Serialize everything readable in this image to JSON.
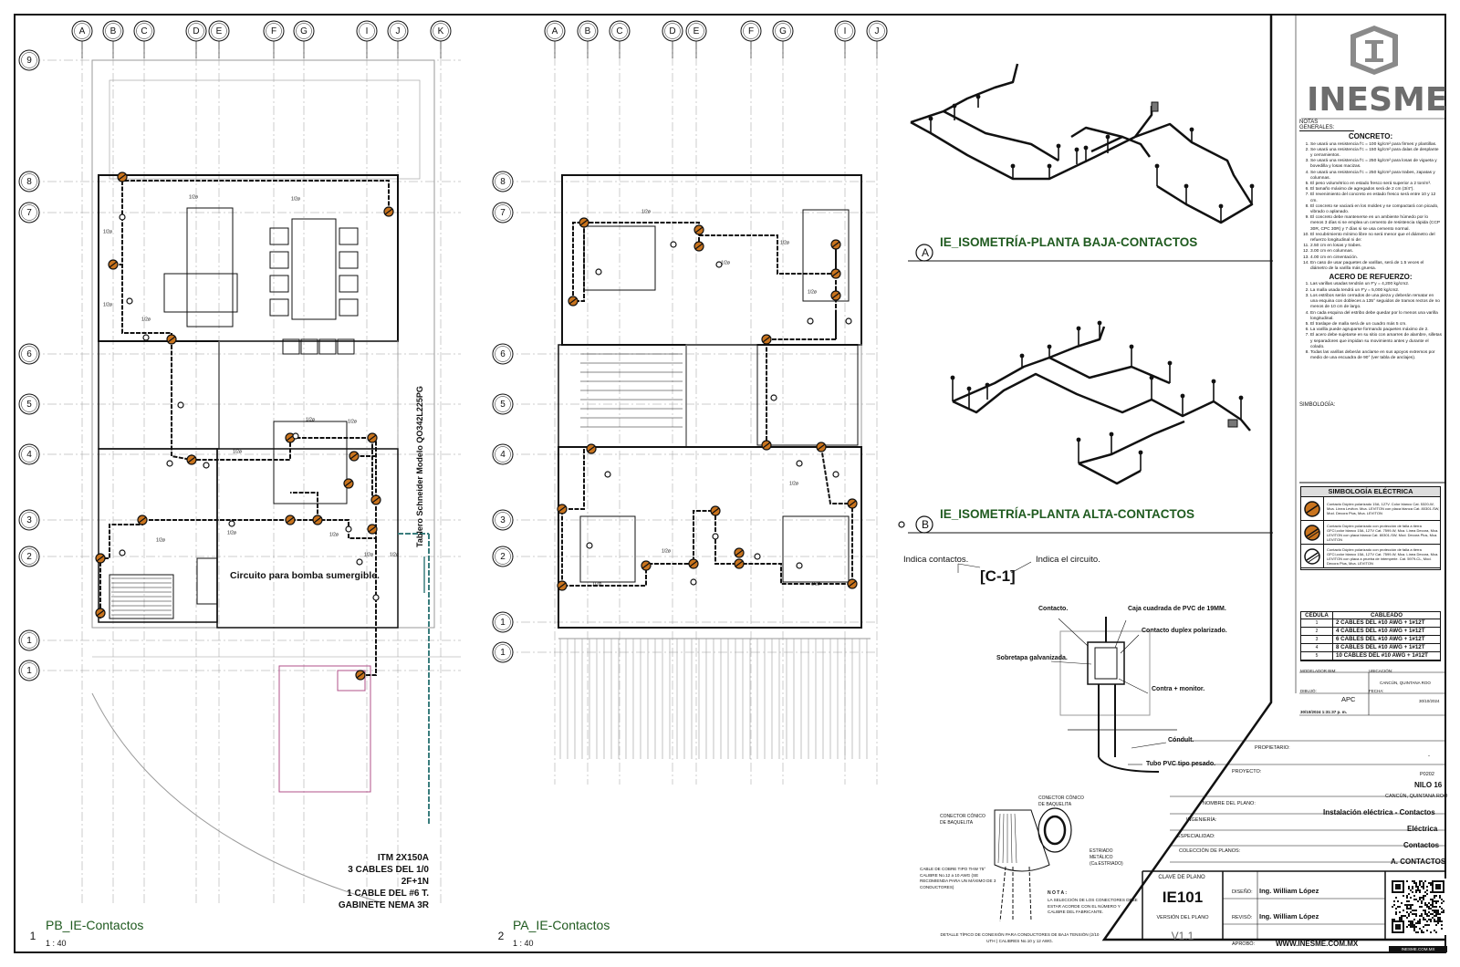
{
  "grid_top_left": [
    "A",
    "B",
    "C",
    "D",
    "E",
    "F",
    "G",
    "I",
    "J",
    "K"
  ],
  "grid_top_right": [
    "A",
    "B",
    "C",
    "D",
    "E",
    "F",
    "G",
    "I",
    "J"
  ],
  "grid_rows_left": [
    "9",
    "8",
    "7",
    "6",
    "5",
    "4",
    "3",
    "2",
    "1",
    "1"
  ],
  "grid_rows_right": [
    "8",
    "7",
    "6",
    "5",
    "4",
    "3",
    "2",
    "1",
    "1"
  ],
  "views": {
    "pb": {
      "number": "1",
      "title": "PB_IE-Contactos",
      "scale": "1 : 40"
    },
    "pa": {
      "number": "2",
      "title": "PA_IE-Contactos",
      "scale": "1 : 40"
    },
    "iso_a": {
      "letter": "A",
      "title": "IE_ISOMETRÍA-PLANTA BAJA-CONTACTOS"
    },
    "iso_b": {
      "letter": "B",
      "title": "IE_ISOMETRÍA-PLANTA ALTA-CONTACTOS"
    }
  },
  "plan_labels": {
    "pump_circuit": "Circuito para bomba sumergible.",
    "panel_vertical": "Tablero Schneider Modelo QO342L225PG",
    "feeder": [
      "ITM 2X150A",
      "3 CABLES DEL 1/0",
      "2F+1N",
      "1 CABLE DEL #6 T.",
      "GABINETE NEMA 3R"
    ],
    "circuit_c1": "[C-1]",
    "half_inch": "1/2ø"
  },
  "legend": {
    "indica_contactos": "Indica contactos.",
    "indica_circuito": "Indica el circuito.",
    "tag": "[C-1]"
  },
  "detail": {
    "contacto": "Contacto.",
    "caja": "Caja cuadrada de PVC de 19MM.",
    "duplex": "Contacto duplex polarizado.",
    "sobretapa": "Sobretapa galvanizada.",
    "contra": "Contra + monitor.",
    "condult": "Cóndult.",
    "tubo": "Tubo PVC tipo pesado."
  },
  "connector": {
    "conector_conico_1": "CONECTOR CÓNICO DE BAQUELITA",
    "conector_conico_2": "CONECTOR CÓNICO DE BAQUELITA",
    "estriado": "ESTRIADO METÁLICO (Ca.ESTRIADO)",
    "cable": "CABLE DE COBRE TIPO THW 75° CALIBRE No.12 a 10 AWG (SE RECOMIENDA PARA UN MÁXIMO DE 3 CONDUCTORES)",
    "nota_title": "N O T A :",
    "nota": "LA SELECCIÓN DE LOS CONECTORES DEBE ESTAR ACORDE CON EL NÚMERO Y CALIBRE DEL FABRICANTE.",
    "caption": "DETALLE TÍPICO DE CONEXIÓN PARA CONDUCTORES DE BAJA TENSIÓN (2/10 UTH ) CALIBRES No.10 y 12 AWG."
  },
  "logo": {
    "name": "INESME"
  },
  "notes": {
    "heading": "NOTAS GENERALES:",
    "concreto_title": "CONCRETO:",
    "concreto": [
      "Se usará una resistencia f'c = 100 kg/cm² para firmes y plantillas.",
      "Se usará una resistencia f'c = 150 kg/cm² para dalas de desplante y cerramientos.",
      "Se usará una resistencia f'c = 250 kg/cm² para losas de vigueta y bovedilla y losas macizas.",
      "Se usará una resistencia f'c = 250 kg/cm² para trabes, zapatas y columnas.",
      "El peso volumétrico en estado fresco será superior a 2 ton/m³.",
      "El tamaño máximo de agregados será de 2 cm (3/4\").",
      "El revenimiento del concreto en estado fresco será entre 10 y 12 cm.",
      "El concreto se vaciará en los moldes y se compactará con picado, vibrado o aplanado.",
      "El concreto debe mantenerse en un ambiente húmedo por lo menos 3 días si se emplea un cemento de resistencia rápida (CCP 30R, CPC 30R) y 7 días si se usa cemento normal.",
      "El recubrimiento mínimo libre no será menor que el diámetro del refuerzo longitudinal ni de:",
      "2.50 cm en losas y trabes.",
      "3.00 cm en columnas.",
      "4.00 cm en cimentación.",
      "En caso de usar paquetes de varillas, será de 1.5 veces el diámetro de la varilla más gruesa."
    ],
    "acero_title": "ACERO DE REFUERZO:",
    "acero": [
      "Las varillas usadas tendrán un F'y = 4,200 kg/cm2.",
      "La malla usada tendrá un F'y = 5,000 kg/cm2.",
      "Los estribos serán cerrados de una pieza y deberán rematar en una esquina con dobleces a 135° seguidos de tramos rectos de no menos de 10 cm de largo.",
      "En cada esquina del estribo debe quedar por lo menos una varilla longitudinal.",
      "El traslape de malla será de un cuadro más 5 cm.",
      "La varilla puede agruparse formando paquetes máximo de 2.",
      "El acero debe sujetarse en su sitio con amarres de alambre, silletas y separadores que impidan su movimiento antes y durante el colado.",
      "Todas las varillas deberán anclarse en sus apoyos extremos por medio de una escuadra de 90° (ver tabla de anclajes)."
    ],
    "simbologia": "SIMBOLOGÍA:"
  },
  "simbologia_electrica": {
    "title": "SIMBOLOGÍA ELÉCTRICA",
    "items": [
      "Contacto Dúplex polarizado 15A, 127V. Color blanco Cat. 5320-W, Mca. Línea Leviton. Mca. LEVITON con placa blanca Cat. 80301-SW, Mod. Decora Plus, Mca. LEVITON",
      "Contacto Dúplex polarizado con protección de falla a tierra GFCI,color blanco 15A, 127V Cat. 7599-W, Mca. Línea Decora, Mca. LEVITON con placa blanca Cat. 80301-SW, Mod. Decora Plus, Mca. LEVITON",
      "Contacto Dúplex polarizado con protección de falla a tierra GFCI,color blanco 15A, 127V Cat. 7599-W, Mca. Línea Decora, Mca. LEVITON con placa a prueba de intemperie. Cat. 5979-CL, Mod. Decora Plus, Mca. LEVITON"
    ]
  },
  "cedula": {
    "headers": [
      "CÉDULA",
      "CABLEADO"
    ],
    "rows": [
      [
        "1",
        "2 CABLES DEL #10 AWG + 1#12T"
      ],
      [
        "2",
        "4 CABLES DEL #10 AWG + 1#12T"
      ],
      [
        "3",
        "6 CABLES DEL #10 AWG + 1#12T"
      ],
      [
        "4",
        "8 CABLES DEL #10 AWG + 1#12T"
      ],
      [
        "5",
        "10 CABLES DEL #10 AWG + 1#12T"
      ]
    ]
  },
  "meta": {
    "modelador_label": "MODELADOR BIM:",
    "ubicacion_label": "UBICACIÓN:",
    "ubicacion": "CANCÚN, QUINTANA ROO",
    "dibujo_label": "DIBUJÓ:",
    "dibujo": "APC",
    "fecha_label": "FECHA:",
    "fecha": "30/10/2024",
    "stamp": "30/10/2024 1:31:37 p. m."
  },
  "titleblock": {
    "propietario_label": "PROPIETARIO:",
    "propietario": "-",
    "proyecto_label": "PROYECTO:",
    "proyecto_code": "P0202",
    "proyecto": "NILO 16",
    "ciudad": "CANCÚN, QUINTANA ROO",
    "nombre_label": "NOMBRE DEL PLANO:",
    "nombre": "Instalación eléctrica - Contactos",
    "ingenieria_label": "INGENIERÍA:",
    "ingenieria": "Eléctrica",
    "especialidad_label": "ESPECIALIDAD:",
    "especialidad": "Contactos",
    "coleccion_label": "COLECCIÓN DE PLANOS:",
    "coleccion": "A. CONTACTOS",
    "clave_label": "CLAVE DE PLANO",
    "clave": "IE101",
    "version_label": "VERSIÓN DEL PLANO",
    "version": "V1.1",
    "diseno_label": "DISEÑÓ:",
    "diseno": "Ing. William López",
    "reviso_label": "REVISÓ:",
    "reviso": "Ing. William López",
    "aprobo_label": "APROBÓ:",
    "aprobo": "WWW.INESME.COM.MX",
    "qr_caption": "INESME.COM.MX"
  },
  "colors": {
    "ink": "#111111",
    "grid": "#9a9a9a",
    "green": "#1f5a1f",
    "teal": "#3a7d7d",
    "magenta": "#b0508a",
    "outlet": "#c9741e"
  }
}
